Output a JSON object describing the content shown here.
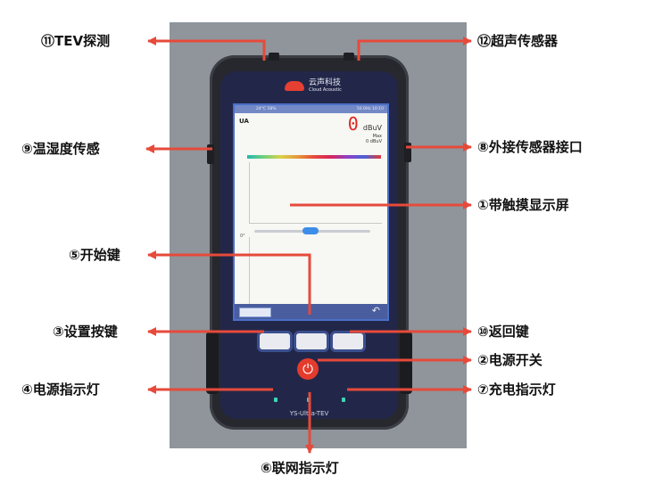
{
  "labels": {
    "tev_probe": "⑪TEV探测",
    "ultrasonic_sensor": "⑫超声传感器",
    "temp_humidity_sensor": "⑨温湿度传感",
    "external_sensor_port": "⑧外接传感器接口",
    "touch_display": "①带触摸显示屏",
    "start_key": "⑤开始键",
    "settings_key": "③设置按键",
    "back_key": "⑩返回键",
    "power_switch": "②电源开关",
    "power_indicator": "④电源指示灯",
    "charge_indicator": "⑦充电指示灯",
    "network_indicator": "⑥联网指示灯"
  },
  "device": {
    "brand_cn": "云声科技",
    "brand_en": "Cloud Acoustic",
    "model": "YS-Ultra-TEV",
    "screen": {
      "status_left": "",
      "status_mid": "24°C  58%",
      "status_right": "50.0Hz  10:10",
      "mode_title": "UA",
      "reading_value": "0",
      "reading_unit": "dBuV",
      "max_label": "Max",
      "max_value": "0  dBuV",
      "y_label": "0°"
    },
    "colors": {
      "accent_red": "#e43b2c",
      "screen_frame": "#4b6fc8",
      "led": "#3fd6b2",
      "arrow": "#e64a3b"
    }
  }
}
